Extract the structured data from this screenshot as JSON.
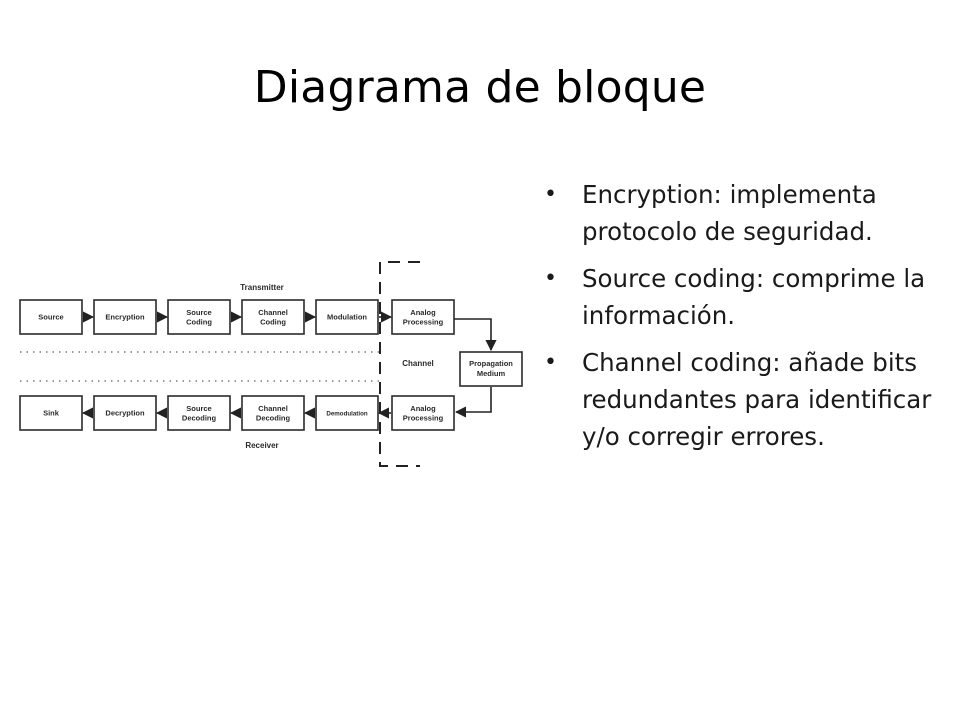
{
  "slide": {
    "title": "Diagrama de bloque",
    "bullets": [
      {
        "text": "Encryption: implementa protocolo de seguridad."
      },
      {
        "text": "Source coding: comprime la información."
      },
      {
        "text": "Channel coding: añade bits redundantes para identificar y/o corregir errores."
      }
    ]
  },
  "diagram": {
    "group_labels": {
      "transmitter": "Transmitter",
      "channel": "Channel",
      "receiver": "Receiver"
    },
    "transmitter_blocks": [
      {
        "lines": [
          "Source"
        ]
      },
      {
        "lines": [
          "Encryption"
        ]
      },
      {
        "lines": [
          "Source",
          "Coding"
        ]
      },
      {
        "lines": [
          "Channel",
          "Coding"
        ]
      },
      {
        "lines": [
          "Modulation"
        ]
      },
      {
        "lines": [
          "Analog",
          "Processing"
        ]
      }
    ],
    "receiver_blocks": [
      {
        "lines": [
          "Sink"
        ]
      },
      {
        "lines": [
          "Decryption"
        ]
      },
      {
        "lines": [
          "Source",
          "Decoding"
        ]
      },
      {
        "lines": [
          "Channel",
          "Decoding"
        ]
      },
      {
        "lines": [
          "Demodulation"
        ]
      },
      {
        "lines": [
          "Analog",
          "Processing"
        ]
      }
    ],
    "channel_block": {
      "lines": [
        "Propagation",
        "Medium"
      ]
    }
  },
  "colors": {
    "block_stroke": "#2b2b2b",
    "line": "#222222",
    "dotted": "#7a7a7a",
    "text": "#1a1a1a"
  }
}
